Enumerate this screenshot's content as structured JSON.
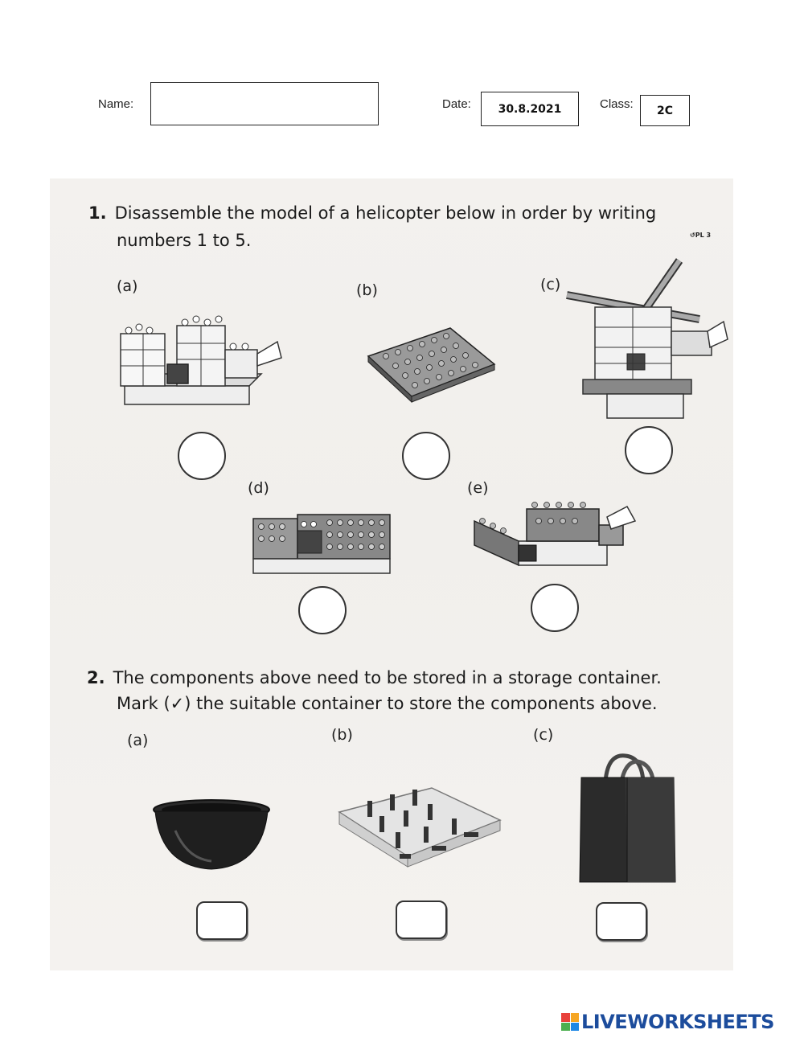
{
  "header": {
    "name_label": "Name:",
    "name_value": "",
    "date_label": "Date:",
    "date_value": "30.8.2021",
    "class_label": "Class:",
    "class_value": "2C"
  },
  "question1": {
    "number": "1.",
    "text_line1": "Disassemble the model of a helicopter below in order by writing",
    "text_line2": "numbers 1 to 5.",
    "tag": "PL 3",
    "options": [
      {
        "label": "(a)",
        "answer": ""
      },
      {
        "label": "(b)",
        "answer": ""
      },
      {
        "label": "(c)",
        "answer": ""
      },
      {
        "label": "(d)",
        "answer": ""
      },
      {
        "label": "(e)",
        "answer": ""
      }
    ]
  },
  "question2": {
    "number": "2.",
    "text_line1": "The components above need to be stored in a storage container.",
    "text_line2": "Mark (✓) the suitable container to store the components above.",
    "options": [
      {
        "label": "(a)",
        "answer": ""
      },
      {
        "label": "(b)",
        "answer": ""
      },
      {
        "label": "(c)",
        "answer": ""
      }
    ]
  },
  "footer": {
    "logo_text": "LIVEWORKSHEETS",
    "logo_colors": [
      "#e8413b",
      "#f6a623",
      "#4caf50",
      "#1e88e5"
    ]
  }
}
